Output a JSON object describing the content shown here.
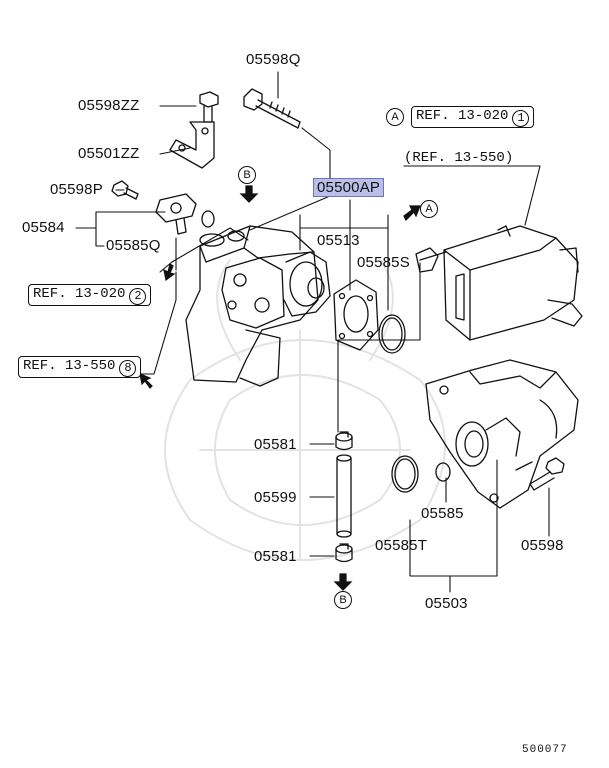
{
  "parts": {
    "p05598Q": "05598Q",
    "p05598ZZ": "05598ZZ",
    "p05501ZZ": "05501ZZ",
    "p05598P": "05598P",
    "p05584": "05584",
    "p05585Q": "05585Q",
    "p05500AP": "05500AP",
    "p05513": "05513",
    "p05585S": "05585S",
    "p05581_top": "05581",
    "p05599": "05599",
    "p05581_bottom": "05581",
    "p05585": "05585",
    "p05585T": "05585T",
    "p05598": "05598",
    "p05503": "05503"
  },
  "references": {
    "ref_13_020_1": {
      "text": "REF. 13-020",
      "circle": "1"
    },
    "ref_13_550_top": "(REF. 13-550)",
    "ref_13_020_2": {
      "text": "REF. 13-020",
      "circle": "2"
    },
    "ref_13_550_8": {
      "text": "REF. 13-550",
      "circle": "8"
    }
  },
  "markers": {
    "a_left": "A",
    "a_right": "A",
    "b_top": "B",
    "b_bottom": "B"
  },
  "diagram_code": "500077",
  "colors": {
    "highlight": "#b9bfe6",
    "line": "#111111"
  }
}
